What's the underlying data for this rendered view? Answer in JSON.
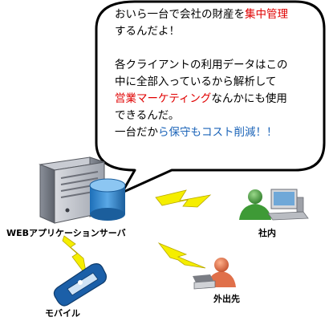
{
  "bubble": {
    "line1_a": "おいら一台で会社の財産を",
    "line1_b": "集中管理",
    "line2": "するんだよ！",
    "line3": "各クライアントの利用データはこの",
    "line4": "中に全部入っているから解析して",
    "line5_a": "営業マーケティング",
    "line5_b": "なんかにも使用",
    "line6": "できるんだ。",
    "line7_a": "一台だか",
    "line7_b": "ら保守もコスト削減！！"
  },
  "labels": {
    "server": "WEBアプリケーションサーバ",
    "office": "社内",
    "outside": "外出先",
    "mobile": "モバイル"
  },
  "icons": {
    "server": "server-icon",
    "database": "database-icon",
    "office": "office-user-pc-icon",
    "outside": "outside-user-laptop-icon",
    "mobile": "mobile-phone-icon",
    "link": "lightning-bolt-icon"
  },
  "colors": {
    "highlight_red": "#e00000",
    "highlight_blue": "#1a63b8",
    "bolt": "#f5ee00",
    "office_user": "#3e9a36",
    "outside_user": "#e0704a"
  }
}
